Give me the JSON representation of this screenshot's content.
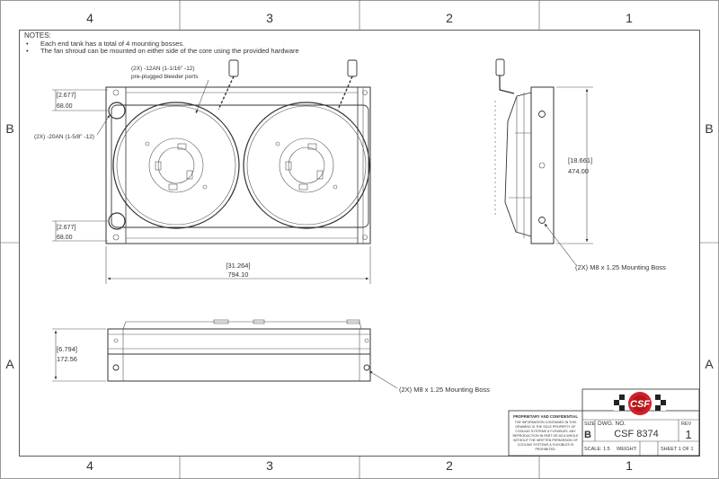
{
  "zones": {
    "top": [
      "4",
      "3",
      "2",
      "1"
    ],
    "bottom": [
      "4",
      "3",
      "2",
      "1"
    ],
    "left": [
      "B",
      "A"
    ],
    "right": [
      "B",
      "A"
    ]
  },
  "notes": {
    "heading": "NOTES:",
    "items": [
      "Each end tank has a total of 4 mounting bosses.",
      "The fan shroud can be mounted on either side of the core using the provided hardware"
    ]
  },
  "front_view": {
    "bleeder_callout": [
      "(2X) -12AN (1-1/16\" -12)",
      "pre-plugged bleeder ports"
    ],
    "port_callout": "(2X) -20AN (1-5/8\" -12)",
    "dim_top_in": "2.677",
    "dim_top_mm": "68.00",
    "dim_bottom_in": "2.677",
    "dim_bottom_mm": "68.00",
    "width_in": "31.264",
    "width_mm": "794.10"
  },
  "side_view": {
    "height_in": "18.661",
    "height_mm": "474.00",
    "boss_callout": "(2X) M8 x 1.25 Mounting Boss"
  },
  "bottom_view": {
    "depth_in": "6.794",
    "depth_mm": "172.56",
    "boss_callout": "(2X) M8 x 1.25 Mounting Boss"
  },
  "title_block": {
    "proprietary_heading": "PROPRIETARY AND CONFIDENTIAL",
    "proprietary_lines": [
      "THE INFORMATION CONTAINED IN THIS",
      "DRAWING IS THE SOLE PROPERTY OF",
      "COOLING SYSTEMS & FLEXIBLES. ANY",
      "REPRODUCTION IN PART OR AS A WHOLE",
      "WITHOUT THE WRITTEN PERMISSION OF",
      "COOLING SYSTEMS & FLEXIBLES IS",
      "PROHIBITED."
    ],
    "logo_text": "CSF",
    "size_label": "SIZE",
    "size_value": "B",
    "dwg_label": "DWG. NO.",
    "dwg_value": "CSF 8374",
    "rev_label": "REV",
    "rev_value": "1",
    "scale": "SCALE: 1:5",
    "weight": "WEIGHT:",
    "sheet": "SHEET 1 OF 1"
  }
}
